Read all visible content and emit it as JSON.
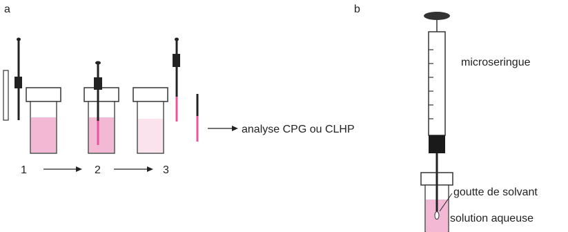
{
  "panels": {
    "a": {
      "label": "a",
      "steps": [
        "1",
        "2",
        "3"
      ],
      "analysis": "analyse CPG ou CLHP"
    },
    "b": {
      "label": "b",
      "syringe": "microseringue",
      "drop": "goutte de solvant",
      "solution": "solution aqueuse"
    }
  },
  "colors": {
    "solution": "#f2b8d4",
    "solution_light": "#fbe3ee",
    "fiber": "#e8559a",
    "ink": "#222222",
    "frame": "#333333"
  }
}
